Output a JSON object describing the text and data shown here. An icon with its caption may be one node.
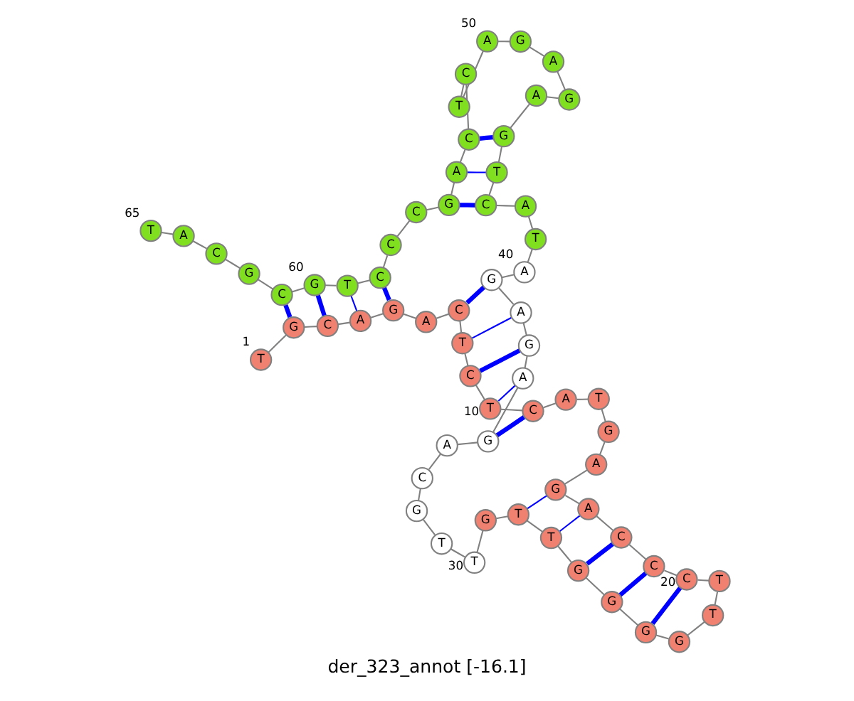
{
  "diagram": {
    "caption": "der_323_annot [-16.1]",
    "nodes": [
      {
        "text": [
          "T"
        ],
        "beside": [
          "1"
        ]
      },
      {
        "text": [
          "G"
        ]
      },
      {
        "text": [
          "C"
        ]
      },
      {
        "text": [
          "A"
        ]
      },
      {
        "text": [
          "G"
        ]
      },
      {
        "text": [
          "A"
        ]
      },
      {
        "text": [
          "C"
        ]
      },
      {
        "text": [
          "T"
        ]
      },
      {
        "text": [
          "C"
        ]
      },
      {
        "text": [
          "T"
        ],
        "beside": [
          "10"
        ]
      },
      {
        "text": [
          "C"
        ]
      },
      {
        "text": [
          "A"
        ]
      },
      {
        "text": [
          "T"
        ]
      },
      {
        "text": [
          "G"
        ]
      },
      {
        "text": [
          "A"
        ]
      },
      {
        "text": [
          "G"
        ]
      },
      {
        "text": [
          "A"
        ]
      },
      {
        "text": [
          "C"
        ]
      },
      {
        "text": [
          "C"
        ]
      },
      {
        "text": [
          "C"
        ],
        "beside": [
          "20"
        ]
      },
      {
        "text": [
          "T"
        ]
      },
      {
        "text": [
          "T"
        ]
      },
      {
        "text": [
          "G"
        ]
      },
      {
        "text": [
          "G"
        ]
      },
      {
        "text": [
          "G"
        ]
      },
      {
        "text": [
          "G"
        ]
      },
      {
        "text": [
          "T"
        ]
      },
      {
        "text": [
          "T"
        ]
      },
      {
        "text": [
          "G"
        ]
      },
      {
        "text": [
          "T"
        ],
        "beside": [
          "30"
        ]
      },
      {
        "text": [
          "T"
        ]
      },
      {
        "text": [
          "G"
        ]
      },
      {
        "text": [
          "C"
        ]
      },
      {
        "text": [
          "A"
        ]
      },
      {
        "text": [
          "G"
        ]
      },
      {
        "text": [
          "A"
        ]
      },
      {
        "text": [
          "G"
        ]
      },
      {
        "text": [
          "A"
        ]
      },
      {
        "text": [
          "G"
        ]
      },
      {
        "text": [
          "A"
        ],
        "beside": [
          "40"
        ]
      },
      {
        "text": [
          "T"
        ]
      },
      {
        "text": [
          "A"
        ]
      },
      {
        "text": [
          "C"
        ]
      },
      {
        "text": [
          "T"
        ]
      },
      {
        "text": [
          "G"
        ]
      },
      {
        "text": [
          "A"
        ]
      },
      {
        "text": [
          "G"
        ]
      },
      {
        "text": [
          "A"
        ]
      },
      {
        "text": [
          "G"
        ]
      },
      {
        "text": [
          "A"
        ],
        "beside": [
          "50"
        ]
      },
      {
        "text": [
          "T"
        ]
      },
      {
        "text": [
          "C"
        ]
      },
      {
        "text": [
          "C"
        ]
      },
      {
        "text": [
          "A"
        ]
      },
      {
        "text": [
          "G"
        ]
      },
      {
        "text": [
          "C"
        ]
      },
      {
        "text": [
          "C"
        ]
      },
      {
        "text": [
          "C"
        ]
      },
      {
        "text": [
          "T"
        ]
      },
      {
        "text": [
          "G"
        ],
        "beside": [
          "60"
        ]
      },
      {
        "text": [
          "C"
        ]
      },
      {
        "text": [
          "G"
        ]
      },
      {
        "text": [
          "C"
        ]
      },
      {
        "text": [
          "A"
        ]
      },
      {
        "text": [
          "T"
        ],
        "beside": [
          "65"
        ]
      }
    ],
    "edges": [
      {
        "from": 0,
        "to": 1,
        "arrow": "none"
      },
      {
        "from": 1,
        "to": 2,
        "arrow": "none"
      },
      {
        "from": 2,
        "to": 3,
        "arrow": "none"
      },
      {
        "from": 3,
        "to": 4,
        "arrow": "none"
      },
      {
        "from": 4,
        "to": 5,
        "arrow": "none"
      },
      {
        "from": 5,
        "to": 6,
        "arrow": "none"
      },
      {
        "from": 6,
        "to": 7,
        "arrow": "none"
      },
      {
        "from": 7,
        "to": 8,
        "arrow": "none"
      },
      {
        "from": 8,
        "to": 9,
        "arrow": "none"
      },
      {
        "from": 9,
        "to": 10,
        "arrow": "none"
      },
      {
        "from": 10,
        "to": 11,
        "arrow": "none"
      },
      {
        "from": 11,
        "to": 12,
        "arrow": "none"
      },
      {
        "from": 12,
        "to": 13,
        "arrow": "none"
      },
      {
        "from": 13,
        "to": 14,
        "arrow": "none"
      },
      {
        "from": 14,
        "to": 15,
        "arrow": "none"
      },
      {
        "from": 15,
        "to": 16,
        "arrow": "none"
      },
      {
        "from": 16,
        "to": 17,
        "arrow": "none"
      },
      {
        "from": 17,
        "to": 18,
        "arrow": "none"
      },
      {
        "from": 18,
        "to": 19,
        "arrow": "none"
      },
      {
        "from": 19,
        "to": 20,
        "arrow": "none"
      },
      {
        "from": 20,
        "to": 21,
        "arrow": "none"
      },
      {
        "from": 21,
        "to": 22,
        "arrow": "none"
      },
      {
        "from": 22,
        "to": 23,
        "arrow": "none"
      },
      {
        "from": 23,
        "to": 24,
        "arrow": "none"
      },
      {
        "from": 24,
        "to": 25,
        "arrow": "none"
      },
      {
        "from": 25,
        "to": 26,
        "arrow": "none"
      },
      {
        "from": 26,
        "to": 27,
        "arrow": "none"
      },
      {
        "from": 27,
        "to": 28,
        "arrow": "none"
      },
      {
        "from": 28,
        "to": 29,
        "arrow": "none"
      },
      {
        "from": 29,
        "to": 30,
        "arrow": "none"
      },
      {
        "from": 30,
        "to": 31,
        "arrow": "none"
      },
      {
        "from": 31,
        "to": 32,
        "arrow": "none"
      },
      {
        "from": 32,
        "to": 33,
        "arrow": "none"
      },
      {
        "from": 33,
        "to": 34,
        "arrow": "none"
      },
      {
        "from": 34,
        "to": 35,
        "arrow": "none"
      },
      {
        "from": 35,
        "to": 36,
        "arrow": "none"
      },
      {
        "from": 36,
        "to": 37,
        "arrow": "none"
      },
      {
        "from": 37,
        "to": 38,
        "arrow": "none"
      },
      {
        "from": 38,
        "to": 39,
        "arrow": "none"
      },
      {
        "from": 39,
        "to": 40,
        "arrow": "none"
      },
      {
        "from": 40,
        "to": 41,
        "arrow": "none"
      },
      {
        "from": 41,
        "to": 42,
        "arrow": "none"
      },
      {
        "from": 42,
        "to": 43,
        "arrow": "none"
      },
      {
        "from": 43,
        "to": 44,
        "arrow": "none"
      },
      {
        "from": 44,
        "to": 45,
        "arrow": "none"
      },
      {
        "from": 45,
        "to": 46,
        "arrow": "none"
      },
      {
        "from": 46,
        "to": 47,
        "arrow": "none"
      },
      {
        "from": 47,
        "to": 48,
        "arrow": "none"
      },
      {
        "from": 48,
        "to": 49,
        "arrow": "none"
      },
      {
        "from": 49,
        "to": 50,
        "arrow": "none"
      },
      {
        "from": 50,
        "to": 51,
        "arrow": "none"
      },
      {
        "from": 51,
        "to": 52,
        "arrow": "none"
      },
      {
        "from": 52,
        "to": 53,
        "arrow": "none"
      },
      {
        "from": 53,
        "to": 54,
        "arrow": "none"
      },
      {
        "from": 54,
        "to": 55,
        "arrow": "none"
      },
      {
        "from": 55,
        "to": 56,
        "arrow": "none"
      },
      {
        "from": 56,
        "to": 57,
        "arrow": "none"
      },
      {
        "from": 57,
        "to": 58,
        "arrow": "none"
      },
      {
        "from": 58,
        "to": 59,
        "arrow": "none"
      },
      {
        "from": 59,
        "to": 60,
        "arrow": "none"
      },
      {
        "from": 60,
        "to": 61,
        "arrow": "none"
      },
      {
        "from": 61,
        "to": 62,
        "arrow": "none"
      },
      {
        "from": 62,
        "to": 63,
        "arrow": "none"
      },
      {
        "from": 63,
        "to": 64,
        "arrow": "none"
      },
      {
        "from": 1,
        "to": 60,
        "arrow": "none",
        "style": "thick",
        "color": "#0000ff"
      },
      {
        "from": 2,
        "to": 59,
        "arrow": "none",
        "style": "thick",
        "color": "#0000ff"
      },
      {
        "from": 3,
        "to": 58,
        "arrow": "none",
        "color": "#0000ff"
      },
      {
        "from": 4,
        "to": 57,
        "arrow": "none",
        "style": "thick",
        "color": "#0000ff"
      },
      {
        "from": 6,
        "to": 38,
        "arrow": "none",
        "style": "thick",
        "color": "#0000ff"
      },
      {
        "from": 7,
        "to": 37,
        "arrow": "none",
        "color": "#0000ff"
      },
      {
        "from": 8,
        "to": 36,
        "arrow": "none",
        "style": "thick",
        "color": "#0000ff"
      },
      {
        "from": 9,
        "to": 35,
        "arrow": "none",
        "color": "#0000ff"
      },
      {
        "from": 10,
        "to": 34,
        "arrow": "none",
        "style": "thick",
        "color": "#0000ff"
      },
      {
        "from": 15,
        "to": 27,
        "arrow": "none",
        "color": "#0000ff"
      },
      {
        "from": 16,
        "to": 26,
        "arrow": "none",
        "color": "#0000ff"
      },
      {
        "from": 17,
        "to": 25,
        "arrow": "none",
        "style": "thick",
        "color": "#0000ff"
      },
      {
        "from": 18,
        "to": 24,
        "arrow": "none",
        "style": "thick",
        "color": "#0000ff"
      },
      {
        "from": 19,
        "to": 23,
        "arrow": "none",
        "style": "thick",
        "color": "#0000ff"
      },
      {
        "from": 42,
        "to": 54,
        "arrow": "none",
        "style": "thick",
        "color": "#0000ff"
      },
      {
        "from": 43,
        "to": 53,
        "arrow": "none",
        "color": "#0000ff"
      },
      {
        "from": 44,
        "to": 52,
        "arrow": "none",
        "style": "thick",
        "color": "#0000ff"
      }
    ]
  }
}
